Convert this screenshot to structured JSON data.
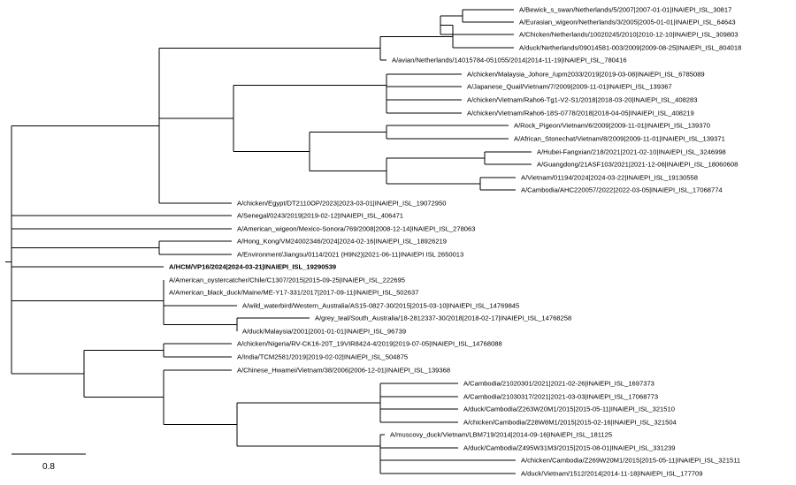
{
  "tree": {
    "scale_label": "0.8",
    "line_color": "#000000",
    "taxa": [
      {
        "id": "t0",
        "label": "A/Bewick_s_swan/Netherlands/5/2007|2007-01-01|INAIEPI_ISL_30817"
      },
      {
        "id": "t1",
        "label": "A/Eurasian_wigeon/Netherlands/3/2005|2005-01-01|INAIEPI_ISL_64643"
      },
      {
        "id": "t2",
        "label": "A/Chicken/Netherlands/10020245/2010|2010-12-10|INAIEPI_ISL_309803"
      },
      {
        "id": "t3",
        "label": "A/duck/Netherlands/09014581-003/2009|2009-08-25|INAIEPI_ISL_804018"
      },
      {
        "id": "t4",
        "label": "A/avian/Netherlands/14015784-051055/2014|2014-11-19|INAIEPI_ISL_780416"
      },
      {
        "id": "t5",
        "label": "A/chicken/Malaysia_Johore_/upm2033/2019|2019-03-08|INAIEPI_ISL_6785089"
      },
      {
        "id": "t6",
        "label": "A/Japanese_Quail/Vietnam/7/2009|2009-11-01|INAIEPI_ISL_139367"
      },
      {
        "id": "t7",
        "label": "A/chicken/Vietnam/Raho6-Tg1-V2-S1/2018|2018-03-20|INAIEPI_ISL_408283"
      },
      {
        "id": "t8",
        "label": "A/chicken/Vietnam/Raho6-18S-0778/2018|2018-04-05|INAIEPI_ISL_408219"
      },
      {
        "id": "t9",
        "label": "A/Rock_Pigeon/Vietnam/6/2009|2009-11-01|INAIEPI_ISL_139370"
      },
      {
        "id": "t10",
        "label": "A/African_Stonechat/Vietnam/8/2009|2009-11-01|INAIEPI_ISL_139371"
      },
      {
        "id": "t11",
        "label": "A/Hubei-Fangxian/218/2021|2021-02-10|INAIEPI_ISL_3246998"
      },
      {
        "id": "t12",
        "label": "A/Guangdong/21ASF103/2021|2021-12-06|INAIEPI_ISL_18060608"
      },
      {
        "id": "t13",
        "label": "A/Vietnam/01194/2024|2024-03-22|INAIEPI_ISL_19130558"
      },
      {
        "id": "t14",
        "label": "A/Cambodia/AHC220057/2022|2022-03-05|INAIEPI_ISL_17068774"
      },
      {
        "id": "t15",
        "label": "A/chicken/Egypt/DT2110OP/2023|2023-03-01|INAIEPI_ISL_19072950"
      },
      {
        "id": "t16",
        "label": "A/Senegal/0243/2019|2019-02-12|INAIEPI_ISL_406471"
      },
      {
        "id": "t17",
        "label": "A/American_wigeon/Mexico-Sonora/769/2008|2008-12-14|INAIEPI_ISL_278063"
      },
      {
        "id": "t18",
        "label": "A/Hong_Kong/VM24002346/2024|2024-02-16|INAIEPI_ISL_18926219"
      },
      {
        "id": "t19",
        "label": "A/Environment/Jiangsu/0114/2021 (H9N2)|2021-06-11|INAIEPI ISL 2650013"
      },
      {
        "id": "t20",
        "label": "A/HCM/VP16/2024|2024-03-21|INAIEPI_ISL_19290539",
        "bold": true
      },
      {
        "id": "t21",
        "label": "A/American_oystercatcher/Chile/C1307/2015|2015-09-25|INAIEPI_ISL_222695"
      },
      {
        "id": "t22",
        "label": "A/American_black_duck/Maine/ME-Y17-331/2017|2017-09-11|INAIEPI_ISL_502637"
      },
      {
        "id": "t23",
        "label": "A/wild_waterbird/Western_Australia/AS15-0827-30/2015|2015-03-10|INAIEPI_ISL_14769845"
      },
      {
        "id": "t24",
        "label": "A/grey_teal/South_Australia/18-2812337-30/2018|2018-02-17|INAIEPI_ISL_14768258"
      },
      {
        "id": "t25",
        "label": "A/duck/Malaysia/2001|2001-01-01|INAIEPI_ISL_96739"
      },
      {
        "id": "t26",
        "label": "A/chicken/Nigeria/RV-CK16-20T_19VIR8424-4/2019|2019-07-05|INAIEPI_ISL_14768088"
      },
      {
        "id": "t27",
        "label": "A/India/TCM2581/2019|2019-02-02|INAIEPI_ISL_504875"
      },
      {
        "id": "t28",
        "label": "A/Chinese_Hwamei/Vietnam/38/2006|2006-12-01|INAIEPI_ISL_139368"
      },
      {
        "id": "t29",
        "label": "A/Cambodia/21020301/2021|2021-02-26|INAIEPI_ISL_1697373"
      },
      {
        "id": "t30",
        "label": "A/Cambodia/21030317/2021|2021-03-03|INAIEPI_ISL_17068773"
      },
      {
        "id": "t31",
        "label": "A/duck/Cambodia/Z263W20M1/2015|2015-05-11|INAIEPI_ISL_321510"
      },
      {
        "id": "t32",
        "label": "A/chicken/Cambodia/Z28W8M1/2015|2015-02-16|INAIEPI_ISL_321504"
      },
      {
        "id": "t33",
        "label": "A/muscovy_duck/Vietnam/LBM719/2014|2014-09-16|INAIEPI_ISL_181125"
      },
      {
        "id": "t34",
        "label": "A/duck/Cambodia/Z495W31M3/2015|2015-08-01|INAIEPI_ISL_331239"
      },
      {
        "id": "t35",
        "label": "A/chicken/Cambodia/Z269W20M1/2015|2015-05-11|INAIEPI_ISL_321511"
      },
      {
        "id": "t36",
        "label": "A/duck/Vietnam/1512/2014|2014-11-18|INAIEPI_ISL_177709"
      }
    ]
  }
}
